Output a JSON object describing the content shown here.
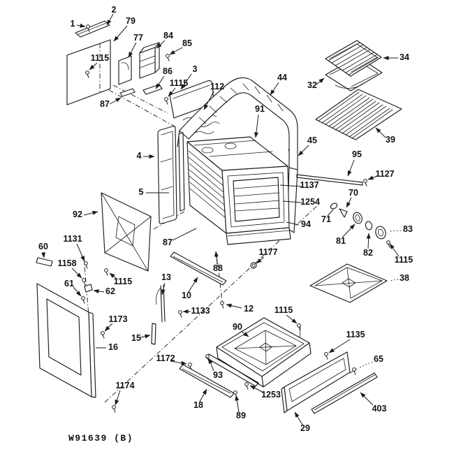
{
  "diagram": {
    "drawing_code": "W91639 (B)",
    "callouts": [
      "1",
      "2",
      "79",
      "77",
      "84",
      "85",
      "1115",
      "86",
      "3",
      "1115",
      "112",
      "87",
      "44",
      "91",
      "32",
      "34",
      "39",
      "45",
      "4",
      "5",
      "95",
      "1127",
      "1137",
      "1254",
      "94",
      "70",
      "71",
      "81",
      "82",
      "83",
      "1115",
      "92",
      "87",
      "88",
      "1177",
      "60",
      "1131",
      "1158",
      "61",
      "62",
      "1115",
      "13",
      "10",
      "1133",
      "12",
      "38",
      "16",
      "1173",
      "15",
      "1174",
      "1172",
      "93",
      "18",
      "89",
      "1253",
      "29",
      "90",
      "1115",
      "1135",
      "65",
      "403"
    ]
  }
}
